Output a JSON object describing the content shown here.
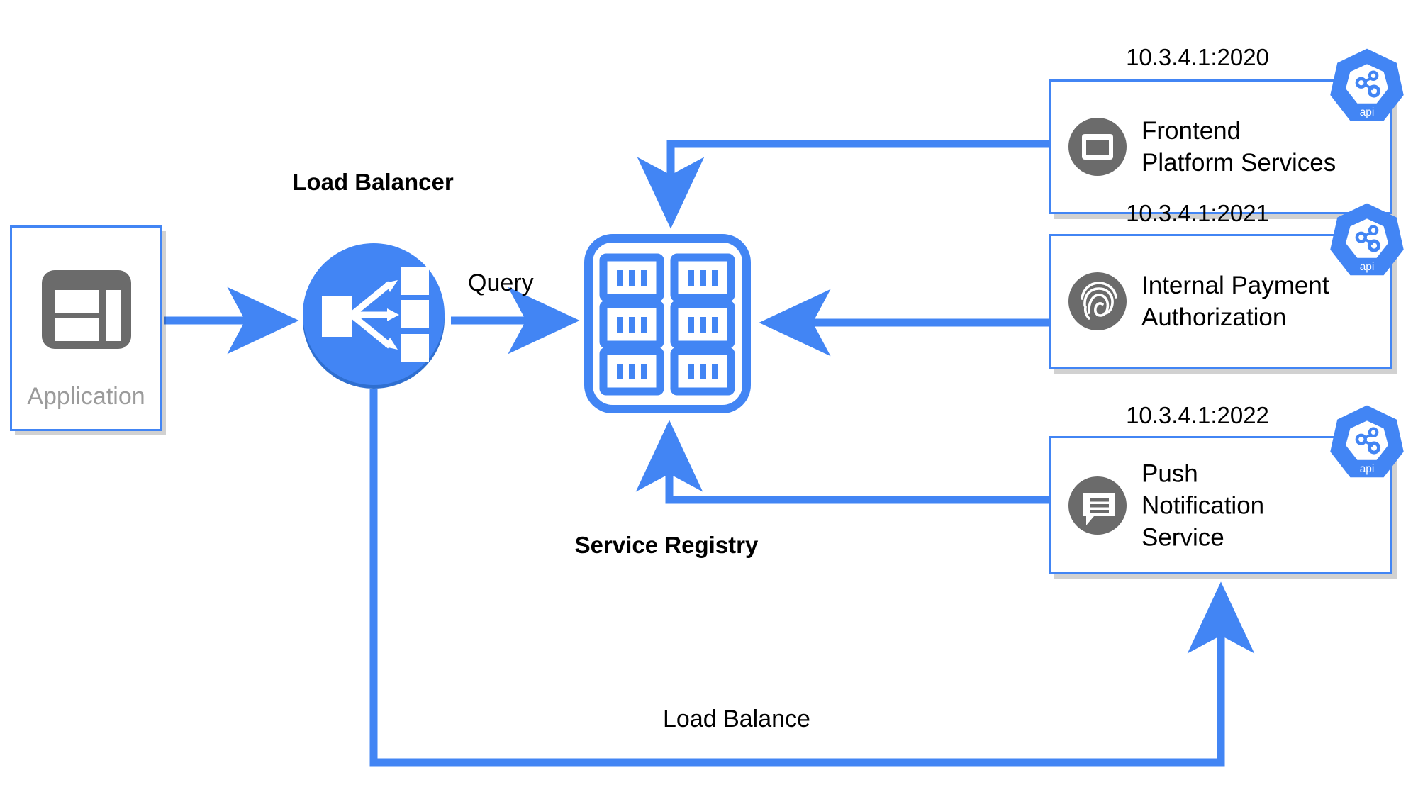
{
  "diagram": {
    "title": "Service registry load balancing architecture",
    "colors": {
      "accent_blue": "#4285F4",
      "icon_gray": "#6b6b6b",
      "label_gray": "#9b9b9b",
      "text_black": "#000000"
    }
  },
  "application": {
    "label": "Application",
    "icon": "app-window-icon"
  },
  "load_balancer": {
    "label": "Load Balancer",
    "icon": "load-balancer-icon"
  },
  "service_registry": {
    "label": "Service Registry",
    "icon": "service-registry-grid-icon",
    "grid_rows": 3,
    "grid_cols": 2,
    "bars_per_cell": 3
  },
  "edges": [
    {
      "id": "app-to-lb",
      "label": "",
      "from": "Application",
      "to": "Load Balancer"
    },
    {
      "id": "lb-to-registry",
      "label": "Query",
      "from": "Load Balancer",
      "to": "Service Registry"
    },
    {
      "id": "lb-to-push",
      "label": "Load Balance",
      "from": "Load Balancer",
      "to": "Push Notification Service"
    },
    {
      "id": "frontend-to-registry",
      "label": "",
      "from": "Frontend Platform Services",
      "to": "Service Registry"
    },
    {
      "id": "payment-to-registry",
      "label": "",
      "from": "Internal Payment Authorization",
      "to": "Service Registry"
    },
    {
      "id": "push-to-registry",
      "label": "",
      "from": "Push Notification Service",
      "to": "Service Registry"
    }
  ],
  "edge_labels": {
    "query": "Query",
    "load_balance": "Load Balance"
  },
  "services": [
    {
      "address": "10.3.4.1:2020",
      "name": "Frontend\nPlatform Services",
      "icon": "window-app-icon",
      "badge": "api"
    },
    {
      "address": "10.3.4.1:2021",
      "name": "Internal Payment\nAuthorization",
      "icon": "fingerprint-icon",
      "badge": "api"
    },
    {
      "address": "10.3.4.1:2022",
      "name": "Push\nNotification\nService",
      "icon": "message-lines-icon",
      "badge": "api"
    }
  ]
}
